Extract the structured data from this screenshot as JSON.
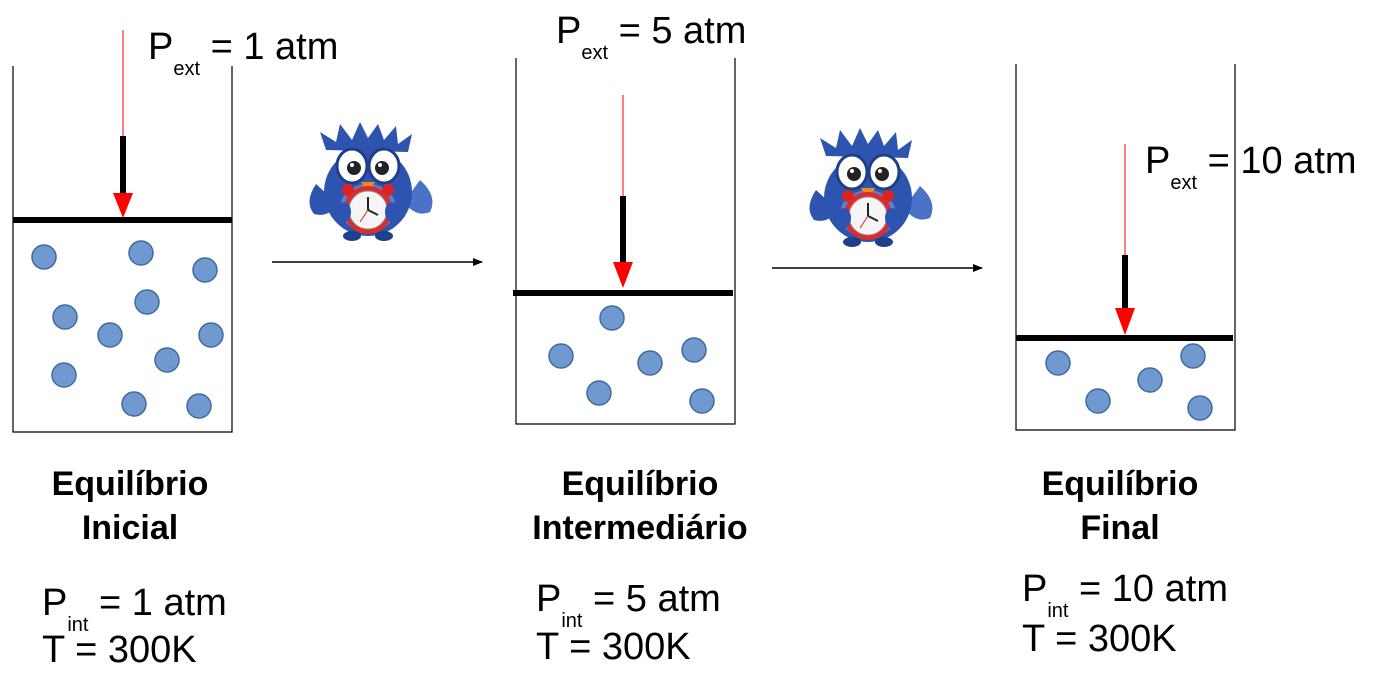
{
  "colors": {
    "particle_fill": "#7099cf",
    "particle_stroke": "#3f6aa3",
    "pressure_arrow": "#ff0000",
    "piston": "#000000",
    "owl_body": "#2d55b0"
  },
  "icons": [
    "owl-with-alarm-clock-icon",
    "process-arrow-icon"
  ],
  "stages": [
    {
      "p_ext_symbol": "P",
      "p_ext_sub": "ext",
      "p_ext_value": "= 1 atm",
      "title_line1": "Equilíbrio",
      "title_line2": "Inicial",
      "p_int_symbol": "P",
      "p_int_sub": "int",
      "p_int_value": "= 1 atm",
      "temperature": "T = 300K"
    },
    {
      "p_ext_symbol": "P",
      "p_ext_sub": "ext",
      "p_ext_value": "= 5 atm",
      "title_line1": "Equilíbrio",
      "title_line2": "Intermediário",
      "p_int_symbol": "P",
      "p_int_sub": "int",
      "p_int_value": "= 5 atm",
      "temperature": "T = 300K"
    },
    {
      "p_ext_symbol": "P",
      "p_ext_sub": "ext",
      "p_ext_value": "= 10 atm",
      "title_line1": "Equilíbrio",
      "title_line2": "Final",
      "p_int_symbol": "P",
      "p_int_sub": "int",
      "p_int_value": "= 10 atm",
      "temperature": "T = 300K"
    }
  ]
}
